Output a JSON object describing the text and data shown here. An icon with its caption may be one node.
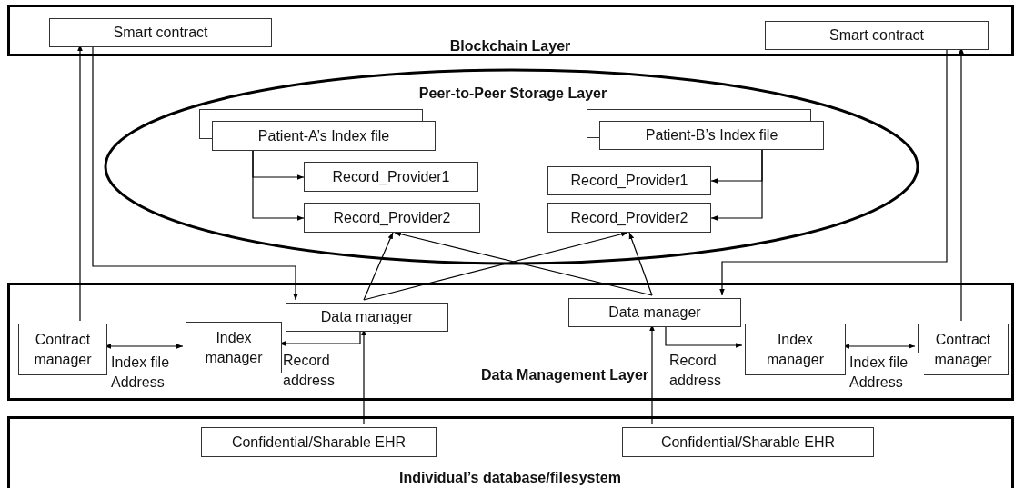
{
  "diagram": {
    "nodes": [
      {
        "text": [
          "Blockchain Layer"
        ]
      },
      {
        "text": [
          "Smart contract"
        ],
        "in": 0
      },
      {
        "text": [
          "Smart contract"
        ],
        "in": 0
      },
      {
        "text": [
          "Peer-to-Peer Storage Layer"
        ]
      },
      {
        "text": [
          "Patient-A’s Index file"
        ],
        "in": 3
      },
      {
        "text": [
          "Record_Provider1"
        ],
        "in": 3
      },
      {
        "text": [
          "Record_Provider2"
        ],
        "in": 3
      },
      {
        "text": [
          "Patient-B’s Index file"
        ],
        "in": 3
      },
      {
        "text": [
          "Record_Provider1"
        ],
        "in": 3
      },
      {
        "text": [
          "Record_Provider2"
        ],
        "in": 3
      },
      {
        "text": [
          "Data Management Layer"
        ]
      },
      {
        "text": [
          "Contract manager"
        ],
        "in": 10
      },
      {
        "text": [
          "Index manager"
        ],
        "in": 10
      },
      {
        "text": [
          "Data manager"
        ],
        "in": 10
      },
      {
        "text": [
          "Data manager"
        ],
        "in": 10
      },
      {
        "text": [
          "Index manager"
        ],
        "in": 10
      },
      {
        "text": [
          "Contract manager"
        ],
        "in": 10
      },
      {
        "text": [
          "Individual’s database/filesystem"
        ]
      },
      {
        "text": [
          "Confidential/Sharable EHR"
        ],
        "in": 17
      },
      {
        "text": [
          "Confidential/Sharable EHR"
        ],
        "in": 17
      }
    ],
    "edges": [
      {
        "from": 11,
        "to": 1,
        "arrow": "to"
      },
      {
        "from": 1,
        "to": 13,
        "arrow": "to"
      },
      {
        "from": 11,
        "to": 12,
        "arrow": "both",
        "label": "Index file Address"
      },
      {
        "from": 13,
        "to": 12,
        "arrow": "to",
        "label": "Record address"
      },
      {
        "from": 18,
        "to": 13,
        "arrow": "to"
      },
      {
        "from": 4,
        "to": 5,
        "arrow": "to"
      },
      {
        "from": 4,
        "to": 6,
        "arrow": "to"
      },
      {
        "from": 13,
        "to": 6,
        "arrow": "to"
      },
      {
        "from": 13,
        "to": 9,
        "arrow": "to"
      },
      {
        "from": 14,
        "to": 6,
        "arrow": "to"
      },
      {
        "from": 14,
        "to": 9,
        "arrow": "to"
      },
      {
        "from": 7,
        "to": 8,
        "arrow": "to"
      },
      {
        "from": 7,
        "to": 9,
        "arrow": "to"
      },
      {
        "from": 2,
        "to": 14,
        "arrow": "to"
      },
      {
        "from": 16,
        "to": 2,
        "arrow": "to"
      },
      {
        "from": 14,
        "to": 15,
        "arrow": "to",
        "label": "Record address"
      },
      {
        "from": 15,
        "to": 16,
        "arrow": "both",
        "label": "Index file Address"
      },
      {
        "from": 19,
        "to": 14,
        "arrow": "to"
      }
    ]
  }
}
